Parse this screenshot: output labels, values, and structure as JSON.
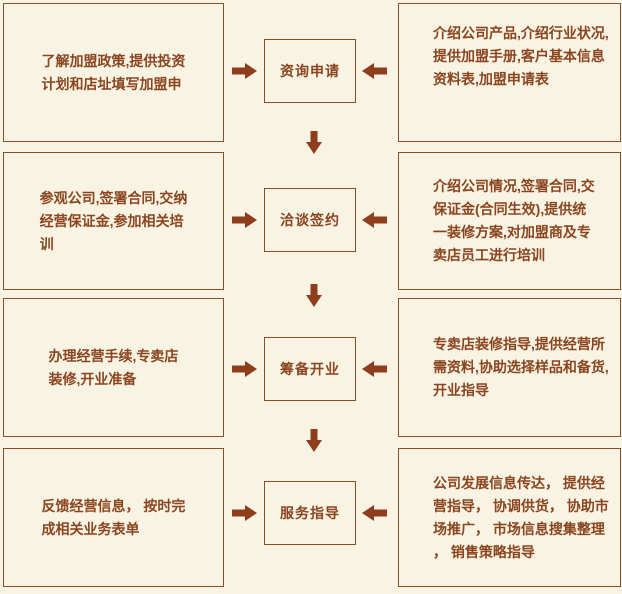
{
  "colors": {
    "background": "#f8f3e2",
    "box_border": "#8d4e26",
    "text": "#8a4520",
    "arrow": "#8e3d1d"
  },
  "flow": {
    "rows": [
      {
        "left": "了解加盟政策,提供投资\n计划和店址填写加盟申",
        "center": "资询申请",
        "right": "介绍公司产品,介绍行业状况,\n提供加盟手册,客户基本信息\n资料表,加盟申请表"
      },
      {
        "left": "参观公司,签署合同,交纳\n经营保证金,参加相关培\n训",
        "center": "洽谈签约",
        "right": "介绍公司情况,签署合同,交\n保证金(合同生效),提供统\n一装修方案,对加盟商及专\n卖店员工进行培训"
      },
      {
        "left": "办理经营手续,专卖店\n装修,开业准备",
        "center": "筹备开业",
        "right": "专卖店装修指导,提供经营所\n需资料,协助选择样品和备货,\n开业指导"
      },
      {
        "left": "反馈经营信息， 按时完\n成相关业务表单",
        "center": "服务指导",
        "right": "公司发展信息传达， 提供经\n营指导， 协调供货， 协助市\n场推广， 市场信息搜集整理\n， 销售策略指导"
      }
    ]
  }
}
